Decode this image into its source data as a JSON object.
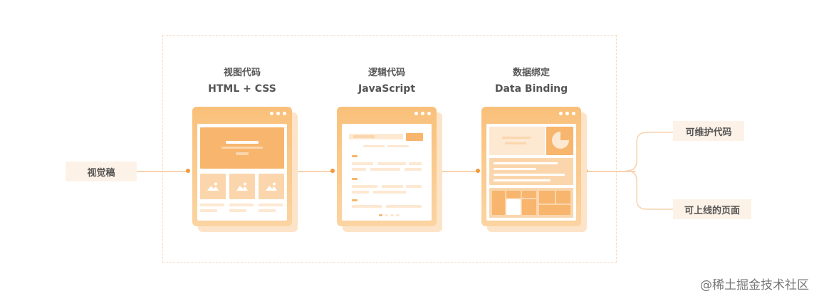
{
  "input": {
    "label": "视觉稿"
  },
  "stages": [
    {
      "title_cn": "视图代码",
      "title_en": "HTML + CSS"
    },
    {
      "title_cn": "逻辑代码",
      "title_en": "JavaScript"
    },
    {
      "title_cn": "数据绑定",
      "title_en": "Data Binding"
    }
  ],
  "outputs": [
    {
      "label": "可维护代码"
    },
    {
      "label": "可上线的页面"
    }
  ],
  "watermark": "@稀土掘金技术社区",
  "colors": {
    "accent": "#f29a3c",
    "card": "#f9c07a",
    "pill_bg": "#fdf2e7",
    "frame": "#f8dcc3"
  },
  "icons": {
    "window_dots": "three-dots-icon",
    "image": "image-icon",
    "pie": "pie-chart-icon"
  }
}
